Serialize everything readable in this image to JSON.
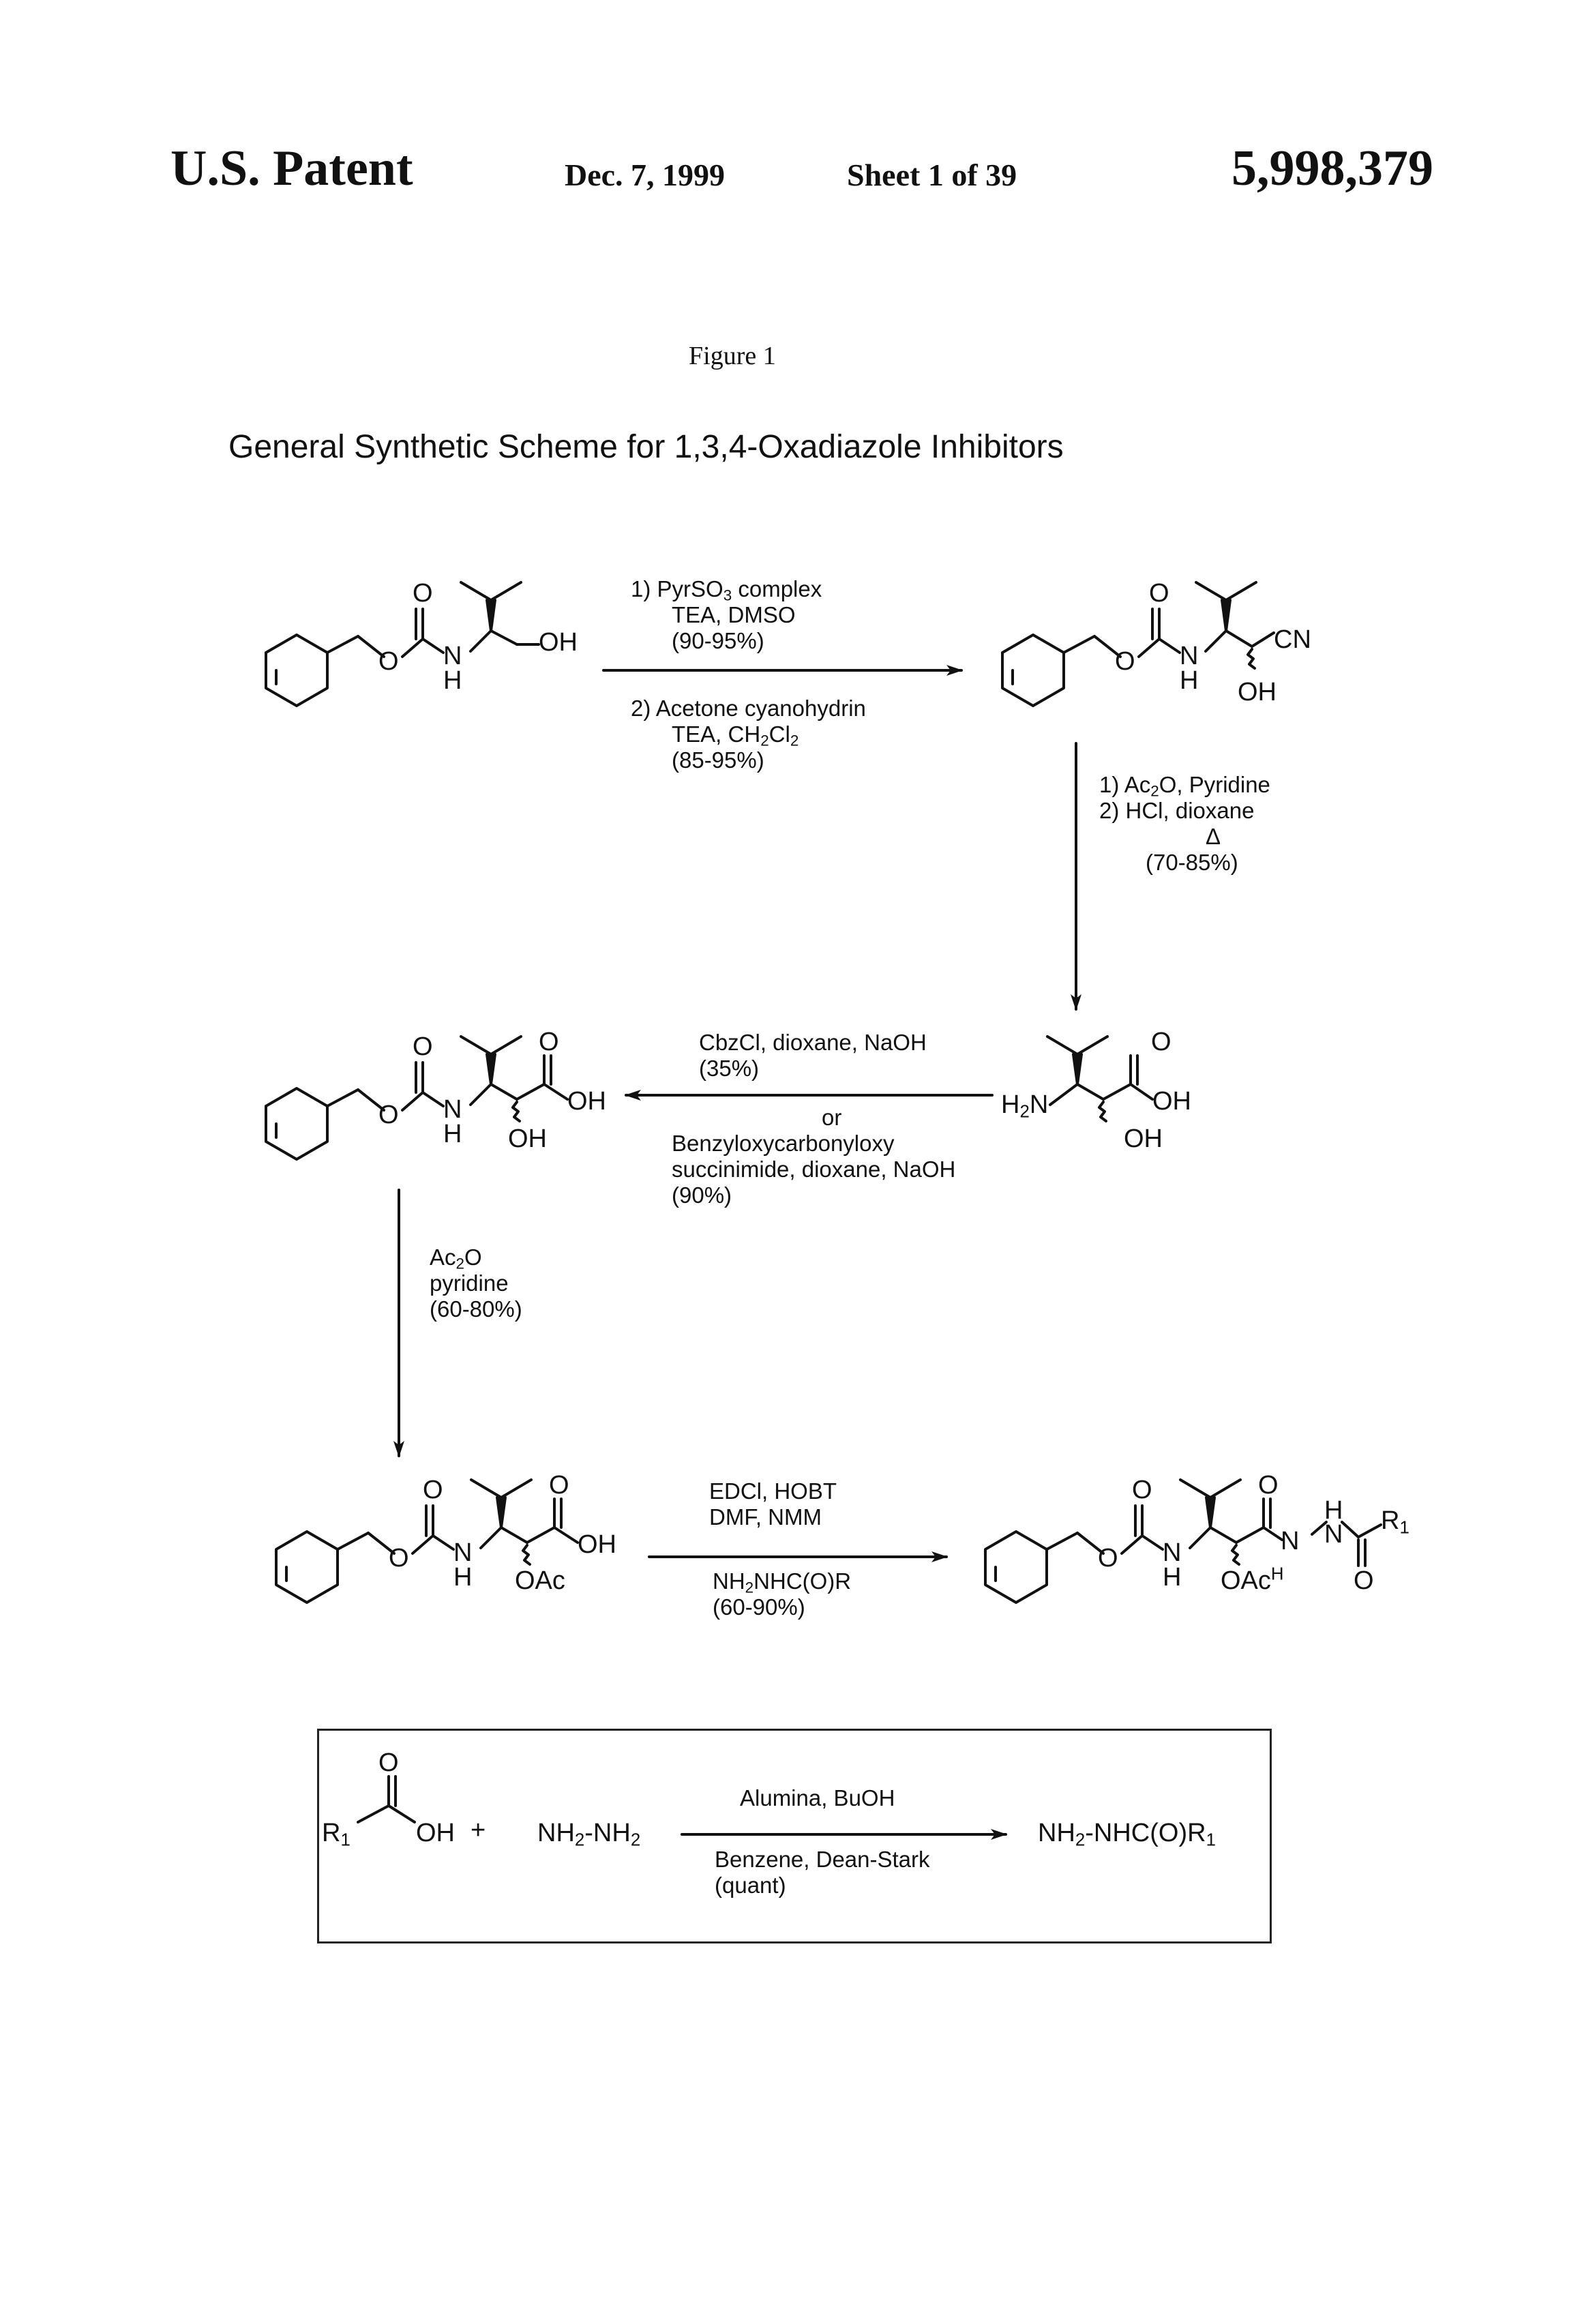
{
  "header": {
    "left": "U.S. Patent",
    "date": "Dec. 7, 1999",
    "sheet": "Sheet 1 of 39",
    "patent_number": "5,998,379"
  },
  "figure": {
    "label": "Figure 1",
    "title": "General Synthetic Scheme for 1,3,4-Oxadiazole Inhibitors"
  },
  "steps": {
    "step1": {
      "line1": "1) PyrSO<sub>3</sub> complex",
      "line2": "TEA, DMSO",
      "line3": "(90-95%)",
      "line4": "2) Acetone cyanohydrin",
      "line5": "TEA, CH<sub>2</sub>Cl<sub>2</sub>",
      "line6": "(85-95%)"
    },
    "step2": {
      "line1": "1) Ac<sub>2</sub>O, Pyridine",
      "line2": "2) HCl, dioxane",
      "line3": "Δ",
      "line4": "(70-85%)"
    },
    "step3": {
      "line1": "CbzCl, dioxane, NaOH",
      "line2": "(35%)",
      "line3": "or",
      "line4": "Benzyloxycarbonyloxy",
      "line5": "succinimide, dioxane, NaOH",
      "line6": "(90%)"
    },
    "step4": {
      "line1": "Ac<sub>2</sub>O",
      "line2": "pyridine",
      "line3": "(60-80%)"
    },
    "step5": {
      "line1": "EDCl, HOBT",
      "line2": "DMF, NMM",
      "line3": "NH<sub>2</sub>NHC(O)R",
      "line4": "(60-90%)"
    },
    "side": {
      "reagent_top": "Alumina, BuOH",
      "reagent_bottom1": "Benzene, Dean-Stark",
      "reagent_bottom2": "(quant)",
      "plus": "+",
      "hydrazine": "NH<sub>2</sub>-NH<sub>2</sub>",
      "product": "NH<sub>2</sub>-NHC(O)R<sub>1</sub>"
    }
  },
  "atoms": {
    "O": "O",
    "N": "N",
    "H": "H",
    "OH": "OH",
    "CN": "CN",
    "OAc": "OAc",
    "H2N": "H<sub>2</sub>N",
    "R1": "R<sub>1</sub>",
    "OAcH": "OAc<sup>H</sup>"
  }
}
